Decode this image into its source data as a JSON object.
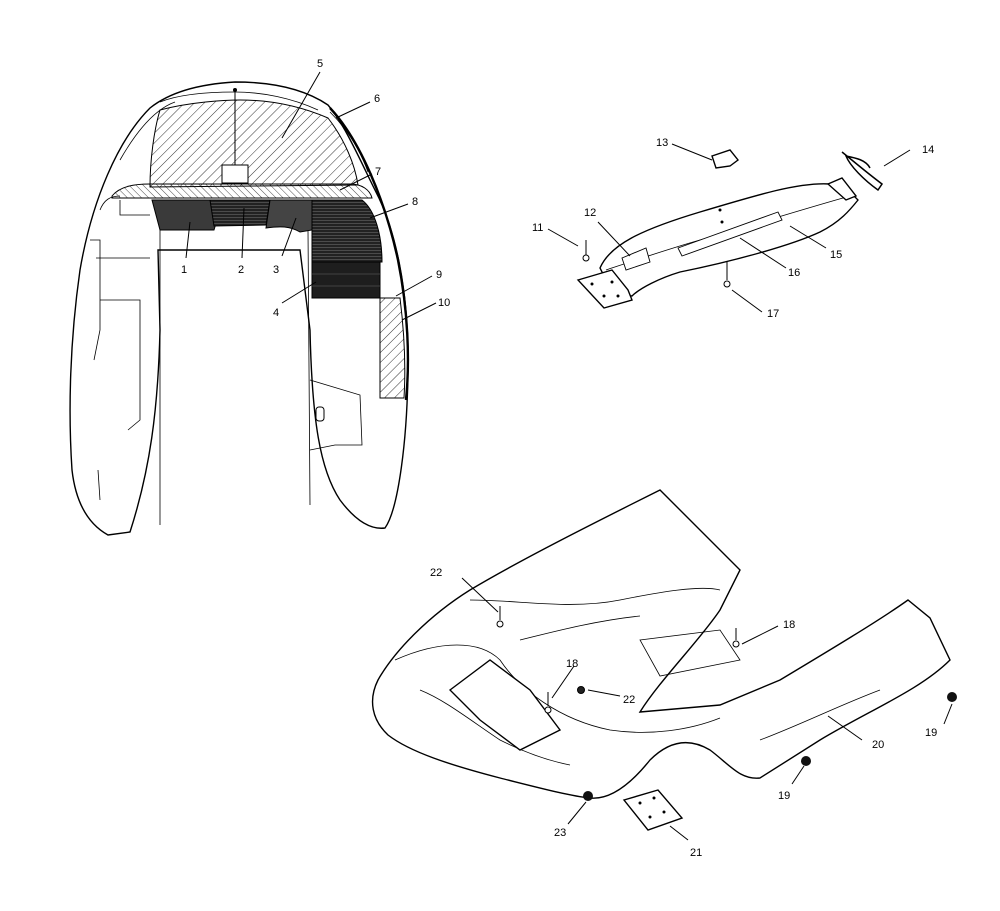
{
  "colors": {
    "ink": "#000000",
    "paper": "#ffffff",
    "pad_dark": "#333333",
    "pad_mid": "#555555"
  },
  "callouts": [
    {
      "id": "c1",
      "text": "1"
    },
    {
      "id": "c2",
      "text": "2"
    },
    {
      "id": "c3",
      "text": "3"
    },
    {
      "id": "c4",
      "text": "4"
    },
    {
      "id": "c5",
      "text": "5"
    },
    {
      "id": "c6",
      "text": "6"
    },
    {
      "id": "c7",
      "text": "7"
    },
    {
      "id": "c8",
      "text": "8"
    },
    {
      "id": "c9",
      "text": "9"
    },
    {
      "id": "c10",
      "text": "10"
    },
    {
      "id": "c11",
      "text": "11"
    },
    {
      "id": "c12",
      "text": "12"
    },
    {
      "id": "c13",
      "text": "13"
    },
    {
      "id": "c14",
      "text": "14"
    },
    {
      "id": "c15",
      "text": "15"
    },
    {
      "id": "c16",
      "text": "16"
    },
    {
      "id": "c17",
      "text": "17"
    },
    {
      "id": "c18a",
      "text": "18"
    },
    {
      "id": "c18b",
      "text": "18"
    },
    {
      "id": "c19a",
      "text": "19"
    },
    {
      "id": "c19b",
      "text": "19"
    },
    {
      "id": "c20",
      "text": "20"
    },
    {
      "id": "c21",
      "text": "21"
    },
    {
      "id": "c22a",
      "text": "22"
    },
    {
      "id": "c22b",
      "text": "22"
    },
    {
      "id": "c23",
      "text": "23"
    }
  ]
}
